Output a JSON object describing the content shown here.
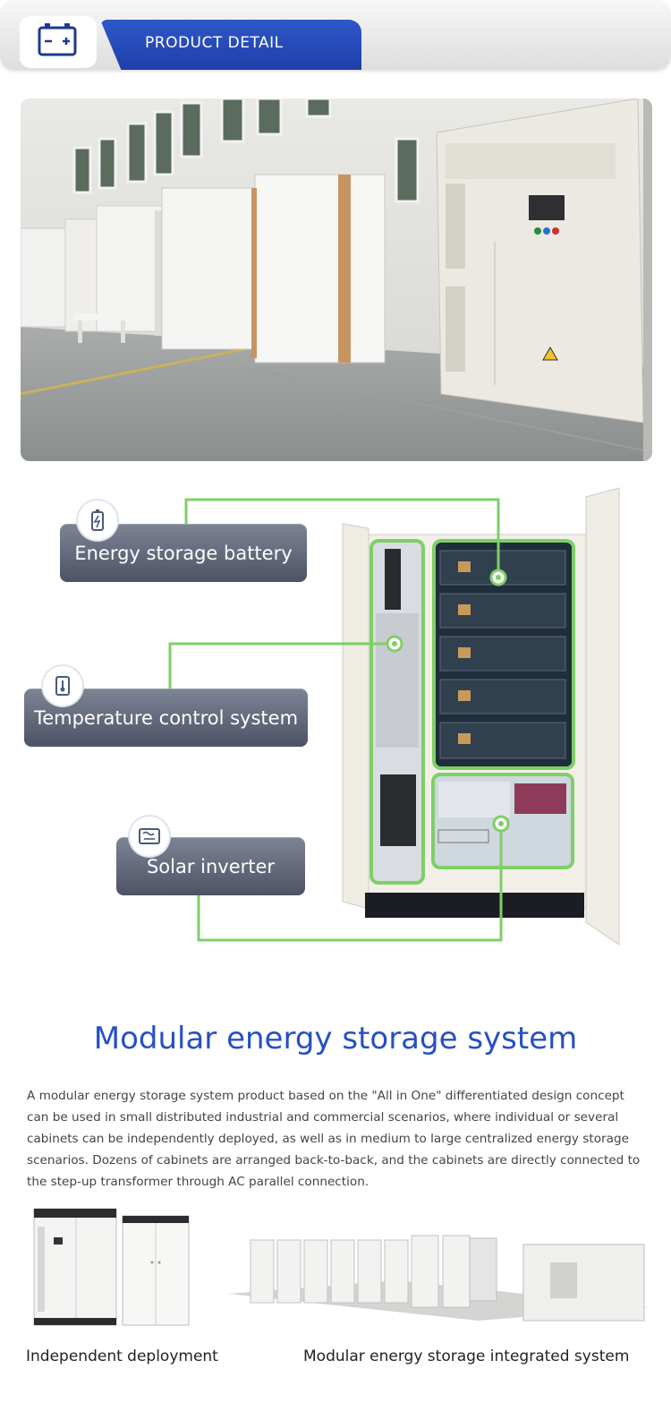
{
  "header": {
    "title": "PRODUCT DETAIL",
    "icon": "battery-icon",
    "accent_color": "#2a4fc0"
  },
  "photo": {
    "description_icon": "factory-photo"
  },
  "diagram": {
    "labels": [
      {
        "text": "Energy storage battery",
        "icon": "battery-icon"
      },
      {
        "text": "Temperature control system",
        "icon": "thermometer-icon"
      },
      {
        "text": "Solar inverter",
        "icon": "inverter-icon"
      }
    ],
    "highlight_color": "#7ecf67"
  },
  "section": {
    "title": "Modular energy storage system",
    "paragraph": "A modular energy storage system product based on the \"All in One\" differentiated design concept can be used in small distributed industrial and commercial scenarios, where individual or several cabinets can be independently deployed, as well as in medium to large centralized energy storage scenarios. Dozens of cabinets are arranged back-to-back, and the cabinets are directly connected to the step-up transformer through AC parallel connection."
  },
  "gallery": {
    "captions": [
      "Independent deployment",
      "Modular energy storage integrated system"
    ]
  }
}
